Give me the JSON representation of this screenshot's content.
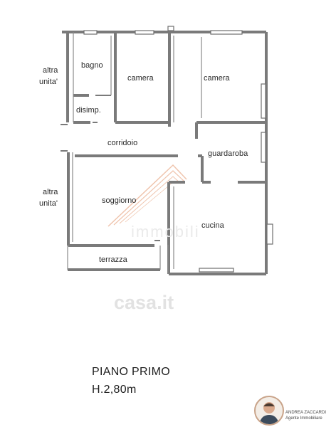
{
  "floorplan": {
    "rooms": {
      "bagno": "bagno",
      "camera_small": "camera",
      "camera_large": "camera",
      "disimp": "disimp.",
      "corridoio": "corridoio",
      "guardaroba": "guardaroba",
      "soggiorno": "soggiorno",
      "cucina": "cucina",
      "terrazza": "terrazza"
    },
    "neighbors": {
      "top_line1": "altra",
      "top_line2": "unita'",
      "bottom_line1": "altra",
      "bottom_line2": "unita'"
    }
  },
  "caption": {
    "floor": "PIANO PRIMO",
    "height": "H.2,80m"
  },
  "watermarks": {
    "immo": "immobili",
    "casa": "casa.it"
  },
  "agent": {
    "name": "ANDREA ZACCARDI",
    "company": "Agente Immobiliare"
  },
  "colors": {
    "wall": "#7a7a7a",
    "window": "#6f6f6f",
    "logo_orange": "#e3956b"
  }
}
